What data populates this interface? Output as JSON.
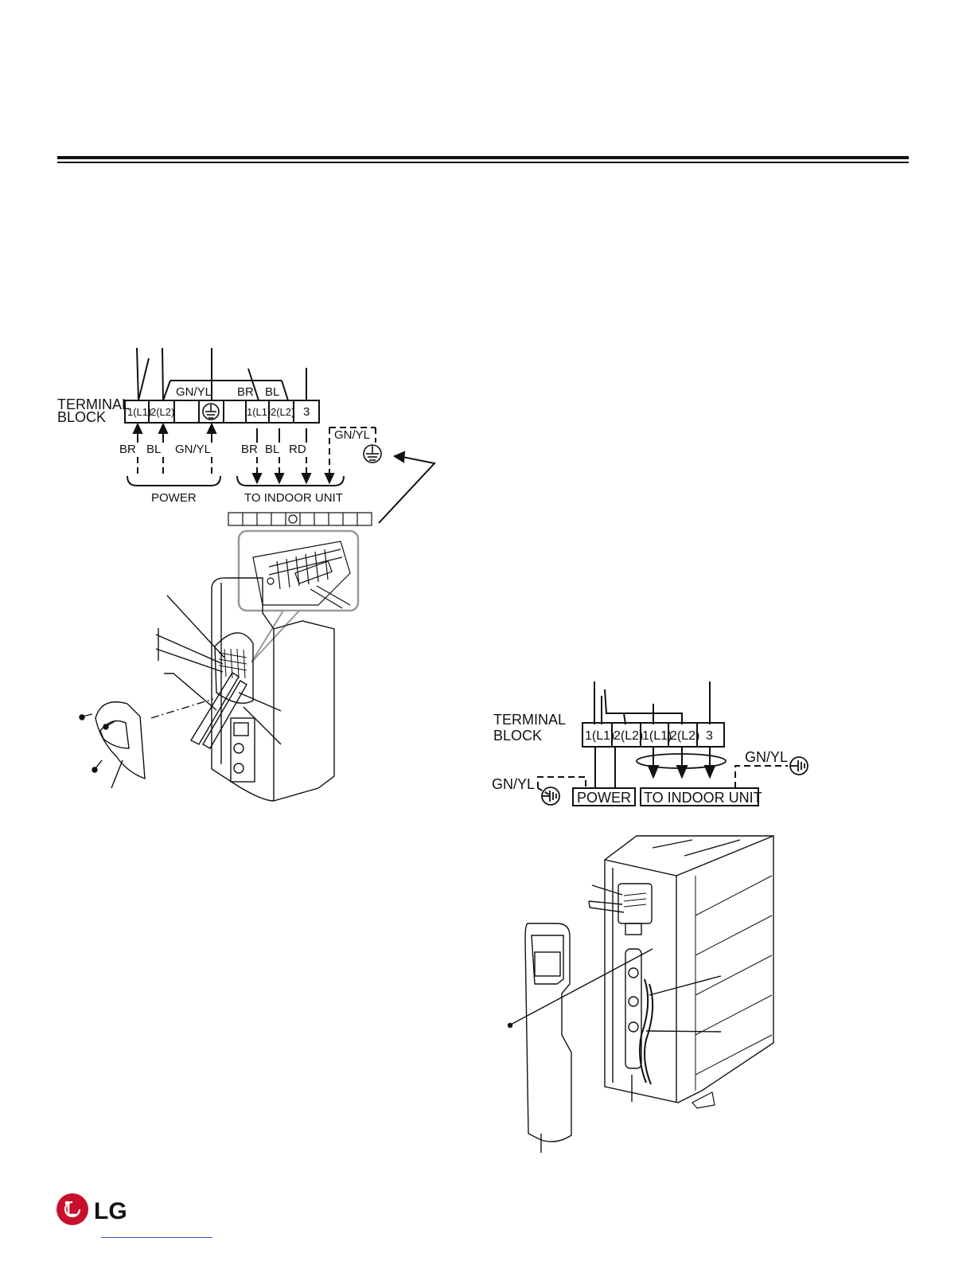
{
  "diagram_left": {
    "terminal_block_label": [
      "TERMINAL",
      "BLOCK"
    ],
    "terminals": [
      "1(L1)",
      "2(L2)",
      "",
      "ground",
      "",
      "1(L1)",
      "2(L2)",
      "3"
    ],
    "top_wire_labels": [
      "GN/YL",
      "BR",
      "BL"
    ],
    "bottom_wire_labels": [
      "BR",
      "BL",
      "GN/YL",
      "BR",
      "BL",
      "RD"
    ],
    "ground_label": "GN/YL",
    "group_labels": [
      "POWER",
      "TO INDOOR UNIT"
    ]
  },
  "diagram_right": {
    "terminal_block_label": [
      "TERMINAL",
      "BLOCK"
    ],
    "terminals": [
      "1(L1)",
      "2(L2)",
      "1(L1)",
      "2(L2)",
      "3"
    ],
    "ground_label_left": "GN/YL",
    "ground_label_right": "GN/YL",
    "group_labels": [
      "POWER",
      "TO INDOOR UNIT"
    ]
  },
  "logo": {
    "text": "LG",
    "color": "#c8102e"
  }
}
